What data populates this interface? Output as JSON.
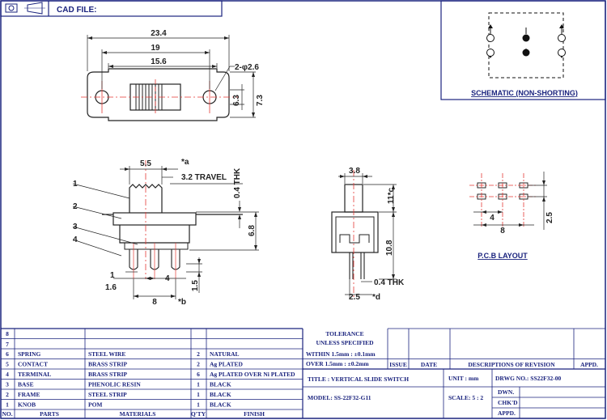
{
  "header": {
    "cad_file_label": "CAD FILE:"
  },
  "schematic": {
    "title": "SCHEMATIC (NON-SHORTING)"
  },
  "top_view": {
    "dim_overall": "23.4",
    "dim_mount": "19",
    "dim_slot": "15.6",
    "dim_holes": "2-φ2.6",
    "dim_height_inner": "6.3",
    "dim_height_outer": "7.3"
  },
  "front_view": {
    "dim_knob": "5.5",
    "label_a": "*a",
    "travel": "3.2 TRAVEL",
    "thk_04": "0.4 THK",
    "dim_68": "6.8",
    "dim_16": "1.6",
    "dim_1": "1",
    "dim_4": "4",
    "dim_15": "1.5",
    "dim_8": "8",
    "label_b": "*b",
    "callouts": [
      "1",
      "2",
      "3",
      "4"
    ]
  },
  "side_view": {
    "dim_38": "3.8",
    "label_c": "11*c",
    "dim_108": "10.8",
    "thk": "0.4 THK",
    "dim_25": "2.5",
    "label_d": "*d"
  },
  "pcb": {
    "dim_4": "4",
    "dim_8": "8",
    "dim_25": "2.5",
    "title": "P.C.B LAYOUT"
  },
  "bom": {
    "empty_rows": [
      "8",
      "7"
    ],
    "rows": [
      {
        "no": "6",
        "part": "SPRING",
        "material": "STEEL WIRE",
        "qty": "2",
        "finish": "NATURAL"
      },
      {
        "no": "5",
        "part": "CONTACT",
        "material": "BRASS STRIP",
        "qty": "2",
        "finish": "Ag PLATED"
      },
      {
        "no": "4",
        "part": "TERMINAL",
        "material": "BRASS STRIP",
        "qty": "6",
        "finish": "Ag PLATED OVER Ni PLATED"
      },
      {
        "no": "3",
        "part": "BASE",
        "material": "PHENOLIC RESIN",
        "qty": "1",
        "finish": "BLACK"
      },
      {
        "no": "2",
        "part": "FRAME",
        "material": "STEEL STRIP",
        "qty": "1",
        "finish": "BLACK"
      },
      {
        "no": "1",
        "part": "KNOB",
        "material": "POM",
        "qty": "1",
        "finish": "BLACK"
      }
    ],
    "headers": {
      "no": "NO.",
      "parts": "PARTS",
      "materials": "MATERIALS",
      "qty": "Q'TY",
      "finish": "FINISH"
    }
  },
  "title_block": {
    "tolerance": "TOLERANCE",
    "unless": "UNLESS SPECIFIED",
    "within": "WITHIN 1.5mm : ±0.1mm",
    "over": "OVER 1.5mm : ±0.2mm",
    "issue": "ISSUE",
    "date": "DATE",
    "revision": "DESCRIPTIONS OF REVISION",
    "appd": "APPD.",
    "title": "TITLE : VERTICAL SLIDE SWITCH",
    "unit": "UNIT : mm",
    "drwg": "DRWG NO.: SS22F32-00",
    "model": "MODEL: SS-22F32-G11",
    "scale": "SCALE: 5 : 2",
    "dwn": "DWN.",
    "chkd": "CHK'D",
    "appd2": "APPD."
  }
}
